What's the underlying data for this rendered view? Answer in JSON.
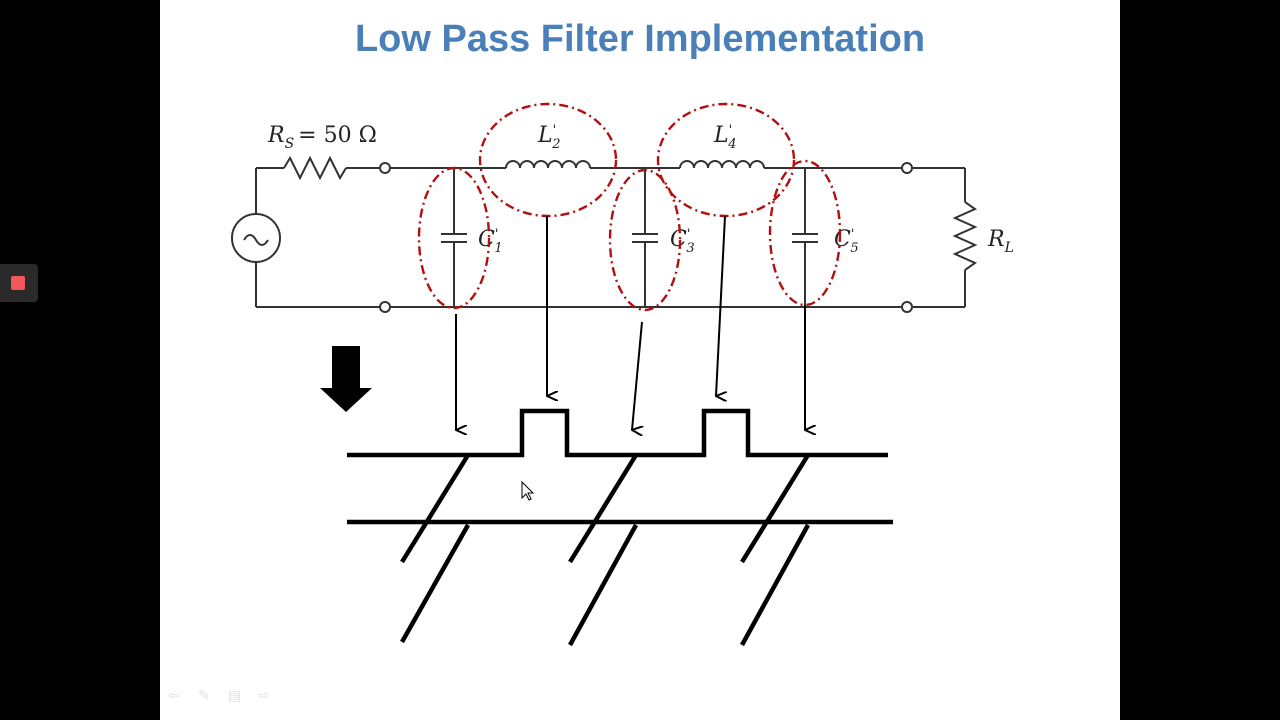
{
  "slide": {
    "title": "Low Pass Filter Implementation"
  },
  "circuit": {
    "source_resistor": {
      "name": "R",
      "sub": "S",
      "value": "= 50 Ω"
    },
    "components": [
      {
        "name": "C",
        "sub": "1",
        "sup": "'"
      },
      {
        "name": "L",
        "sub": "2",
        "sup": "'"
      },
      {
        "name": "C",
        "sub": "3",
        "sup": "'"
      },
      {
        "name": "L",
        "sub": "4",
        "sup": "'"
      },
      {
        "name": "C",
        "sub": "5",
        "sup": "'"
      }
    ],
    "load": {
      "name": "R",
      "sub": "L"
    }
  },
  "colors": {
    "title": "#4a7fb8",
    "highlight": "#b01010",
    "record": "#f0575a"
  },
  "icons": [
    "record-icon",
    "down-arrow-icon",
    "mouse-cursor-icon",
    "nav-prev-icon",
    "nav-pen-icon",
    "nav-menu-icon",
    "nav-next-icon"
  ]
}
